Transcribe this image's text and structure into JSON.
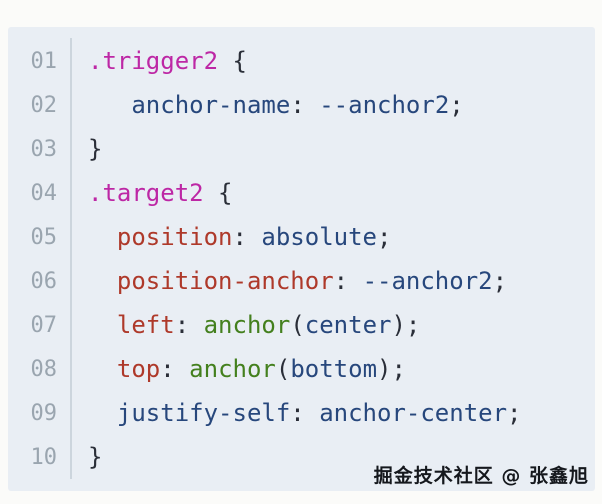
{
  "colors": {
    "page_bg": "#fbfbf9",
    "code_bg": "#e9eef4",
    "gutter_border": "#ccd5dd",
    "line_number": "#9aa5af",
    "plain": "#2a2e38",
    "selector": "#bd27a5",
    "property": "#ae392a",
    "value": "#27477c",
    "function": "#44801e"
  },
  "code": {
    "language": "css",
    "lines": [
      {
        "num": "01",
        "tokens": [
          {
            "t": ".trigger2",
            "c": "selector"
          },
          {
            "t": " {",
            "c": "plain"
          }
        ]
      },
      {
        "num": "02",
        "tokens": [
          {
            "t": "   ",
            "c": "plain"
          },
          {
            "t": "anchor-name",
            "c": "val"
          },
          {
            "t": ": ",
            "c": "plain"
          },
          {
            "t": "--anchor2",
            "c": "val"
          },
          {
            "t": ";",
            "c": "plain"
          }
        ]
      },
      {
        "num": "03",
        "tokens": [
          {
            "t": "}",
            "c": "plain"
          }
        ]
      },
      {
        "num": "04",
        "tokens": [
          {
            "t": ".target2",
            "c": "selector"
          },
          {
            "t": " {",
            "c": "plain"
          }
        ]
      },
      {
        "num": "05",
        "tokens": [
          {
            "t": "  ",
            "c": "plain"
          },
          {
            "t": "position",
            "c": "prop"
          },
          {
            "t": ": ",
            "c": "plain"
          },
          {
            "t": "absolute",
            "c": "val"
          },
          {
            "t": ";",
            "c": "plain"
          }
        ]
      },
      {
        "num": "06",
        "tokens": [
          {
            "t": "  ",
            "c": "plain"
          },
          {
            "t": "position-anchor",
            "c": "prop"
          },
          {
            "t": ": ",
            "c": "plain"
          },
          {
            "t": "--anchor2",
            "c": "val"
          },
          {
            "t": ";",
            "c": "plain"
          }
        ]
      },
      {
        "num": "07",
        "tokens": [
          {
            "t": "  ",
            "c": "plain"
          },
          {
            "t": "left",
            "c": "prop"
          },
          {
            "t": ": ",
            "c": "plain"
          },
          {
            "t": "anchor",
            "c": "func"
          },
          {
            "t": "(",
            "c": "plain"
          },
          {
            "t": "center",
            "c": "val"
          },
          {
            "t": ");",
            "c": "plain"
          }
        ]
      },
      {
        "num": "08",
        "tokens": [
          {
            "t": "  ",
            "c": "plain"
          },
          {
            "t": "top",
            "c": "prop"
          },
          {
            "t": ": ",
            "c": "plain"
          },
          {
            "t": "anchor",
            "c": "func"
          },
          {
            "t": "(",
            "c": "plain"
          },
          {
            "t": "bottom",
            "c": "val"
          },
          {
            "t": ");",
            "c": "plain"
          }
        ]
      },
      {
        "num": "09",
        "tokens": [
          {
            "t": "  ",
            "c": "plain"
          },
          {
            "t": "justify-self",
            "c": "val"
          },
          {
            "t": ": ",
            "c": "plain"
          },
          {
            "t": "anchor-center",
            "c": "val"
          },
          {
            "t": ";",
            "c": "plain"
          }
        ]
      },
      {
        "num": "10",
        "tokens": [
          {
            "t": "}",
            "c": "plain"
          }
        ]
      }
    ]
  },
  "watermark": {
    "text": "掘金技术社区 @ 张鑫旭"
  }
}
